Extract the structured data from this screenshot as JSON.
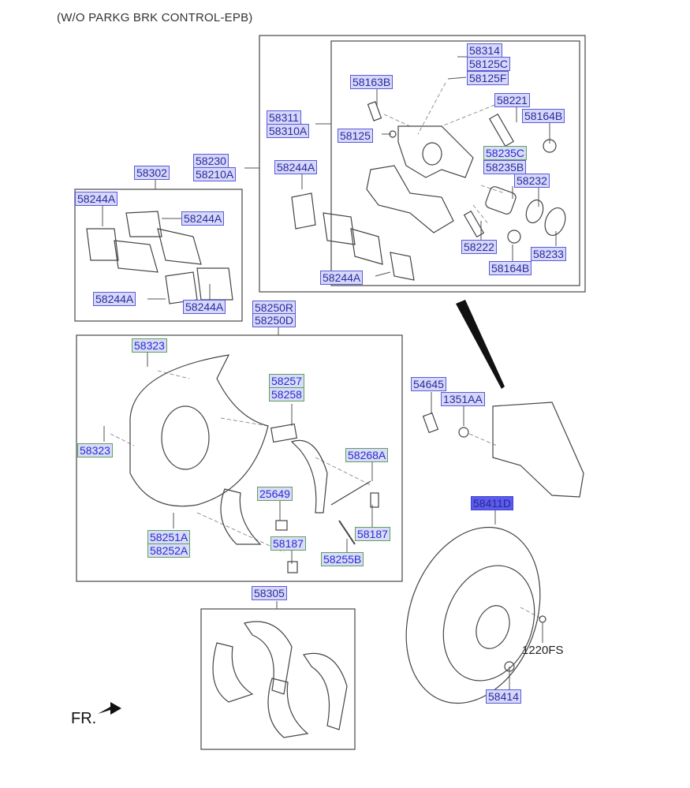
{
  "title": "(W/O PARKG BRK CONTROL-EPB)",
  "front_marker": {
    "label": "FR.",
    "icon": "front-arrow-icon"
  },
  "label_styles": {
    "blue": {
      "fill": "#d6d8fb",
      "border": "#5a5ad6"
    },
    "green": {
      "fill": "#d8dcf8",
      "border": "#5fa05a"
    },
    "selected": {
      "fill": "#5b5bef",
      "border": "#4040d0"
    }
  },
  "groups": {
    "caliper_assembly": {
      "labels": [
        "58230",
        "58210A",
        "58311",
        "58310A"
      ]
    },
    "caliper_parts": {
      "labels": [
        "58314",
        "58125C",
        "58125F",
        "58163B",
        "58125",
        "58221",
        "58164B",
        "58235C",
        "58235B",
        "58232",
        "58222",
        "58233",
        "58164B"
      ]
    },
    "pad_kit": {
      "labels": [
        "58302",
        "58244A",
        "58244A",
        "58244A",
        "58244A"
      ]
    },
    "pads_inner": {
      "labels": [
        "58244A",
        "58244A"
      ]
    },
    "parking_brake_assembly": {
      "labels": [
        "58250R",
        "58250D",
        "58323",
        "58323",
        "58257",
        "58258",
        "58268A",
        "25649",
        "58187",
        "58187",
        "58251A",
        "58252A",
        "58255B"
      ]
    },
    "caliper_mount": {
      "labels": [
        "54645",
        "1351AA"
      ]
    },
    "disc": {
      "labels": [
        "58411D",
        "1220FS",
        "58414"
      ]
    },
    "shoe_kit": {
      "labels": [
        "58305"
      ]
    }
  },
  "labels": [
    {
      "id": "58314",
      "style": "blue"
    },
    {
      "id": "58125C",
      "style": "blue"
    },
    {
      "id": "58125F",
      "style": "blue"
    },
    {
      "id": "58163B",
      "style": "blue"
    },
    {
      "id": "58221",
      "style": "blue"
    },
    {
      "id": "58164B",
      "style": "blue"
    },
    {
      "id": "58311",
      "style": "blue"
    },
    {
      "id": "58310A",
      "style": "blue"
    },
    {
      "id": "58125",
      "style": "blue"
    },
    {
      "id": "58235C",
      "style": "green"
    },
    {
      "id": "58235B",
      "style": "blue"
    },
    {
      "id": "58230",
      "style": "blue"
    },
    {
      "id": "58210A",
      "style": "blue"
    },
    {
      "id": "58302",
      "style": "blue"
    },
    {
      "id": "58244A",
      "style": "blue"
    },
    {
      "id": "58232",
      "style": "blue"
    },
    {
      "id": "58244A",
      "style": "blue"
    },
    {
      "id": "58244A",
      "style": "blue"
    },
    {
      "id": "58222",
      "style": "blue"
    },
    {
      "id": "58233",
      "style": "blue"
    },
    {
      "id": "58164B",
      "style": "blue"
    },
    {
      "id": "58244A",
      "style": "blue"
    },
    {
      "id": "58244A",
      "style": "blue"
    },
    {
      "id": "58244A",
      "style": "blue"
    },
    {
      "id": "58250R",
      "style": "blue"
    },
    {
      "id": "58250D",
      "style": "blue"
    },
    {
      "id": "58323",
      "style": "green"
    },
    {
      "id": "58257",
      "style": "green"
    },
    {
      "id": "58258",
      "style": "green"
    },
    {
      "id": "54645",
      "style": "blue"
    },
    {
      "id": "1351AA",
      "style": "blue"
    },
    {
      "id": "58323",
      "style": "green"
    },
    {
      "id": "58268A",
      "style": "green"
    },
    {
      "id": "25649",
      "style": "green"
    },
    {
      "id": "58411D",
      "style": "selected"
    },
    {
      "id": "58251A",
      "style": "green"
    },
    {
      "id": "58252A",
      "style": "green"
    },
    {
      "id": "58187",
      "style": "green"
    },
    {
      "id": "58187",
      "style": "green"
    },
    {
      "id": "58255B",
      "style": "green"
    },
    {
      "id": "58305",
      "style": "blue"
    },
    {
      "id": "1220FS",
      "style": "plain"
    },
    {
      "id": "58414",
      "style": "blue"
    }
  ]
}
